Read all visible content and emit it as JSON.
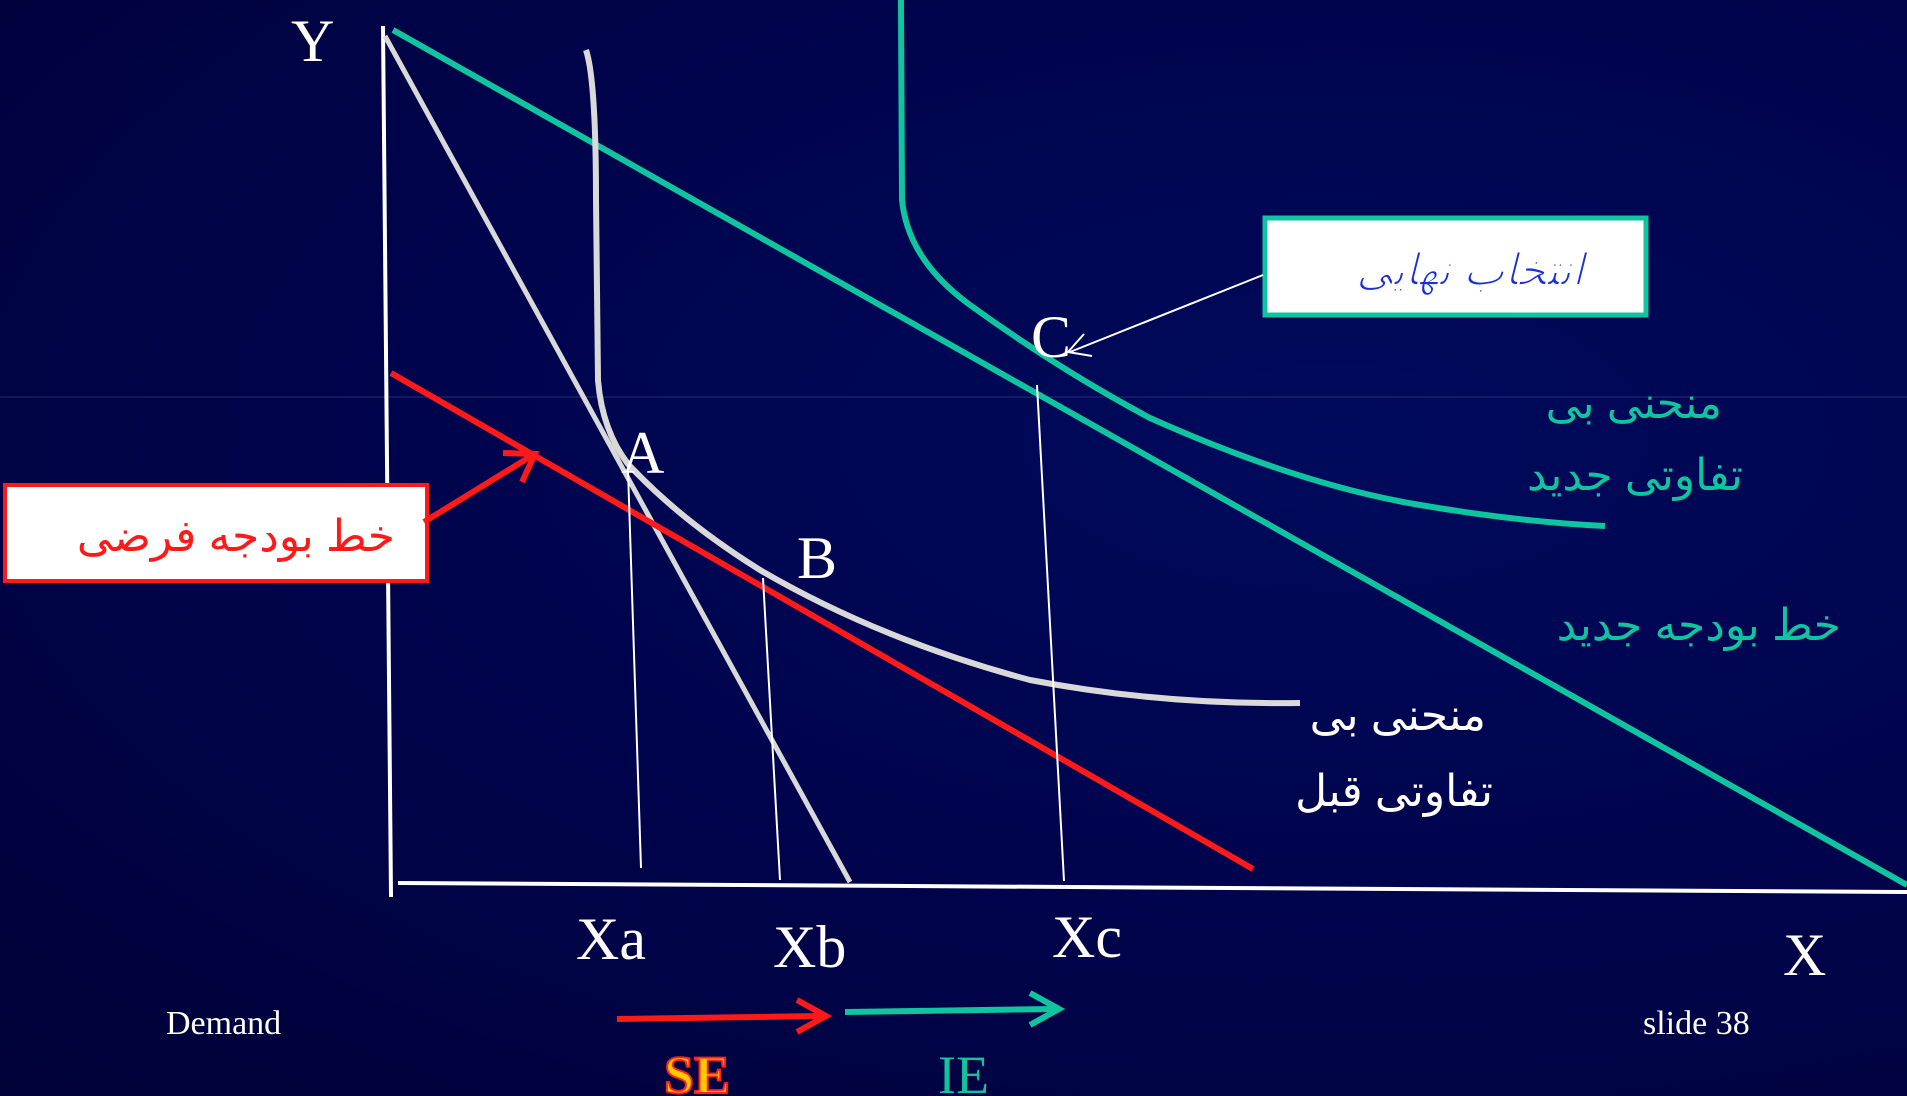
{
  "axes": {
    "y_label": "Y",
    "x_label": "X"
  },
  "points": {
    "a": "A",
    "b": "B",
    "c": "C"
  },
  "x_ticks": {
    "xa": "Xa",
    "xb": "Xb",
    "xc": "Xc"
  },
  "labels": {
    "final_choice": "انتخاب نهایی",
    "hypothetical_budget": "خط بودجه فرضی",
    "new_indifference_line1": "منحنی بی",
    "new_indifference_line2": "تفاوتی جدید",
    "new_budget": "خط بودجه جدید",
    "old_indifference_line1": "منحنی بی",
    "old_indifference_line2": "تفاوتی قبل"
  },
  "effects": {
    "substitution": "SE",
    "income": "IE"
  },
  "footer": {
    "left": "Demand",
    "right": "slide 38"
  },
  "colors": {
    "background": "#000446",
    "axis": "#ffffff",
    "original_budget": "#d9d9d9",
    "old_indifference": "#d9d9d9",
    "new_budget": "#11c4a0",
    "new_indifference": "#11c4a0",
    "hypothetical_budget": "#ff1a1a",
    "final_choice_text": "#1a2fd6",
    "se_fill": "#ffcc00",
    "se_stroke": "#ff2020",
    "ie_text": "#11c4a0"
  }
}
